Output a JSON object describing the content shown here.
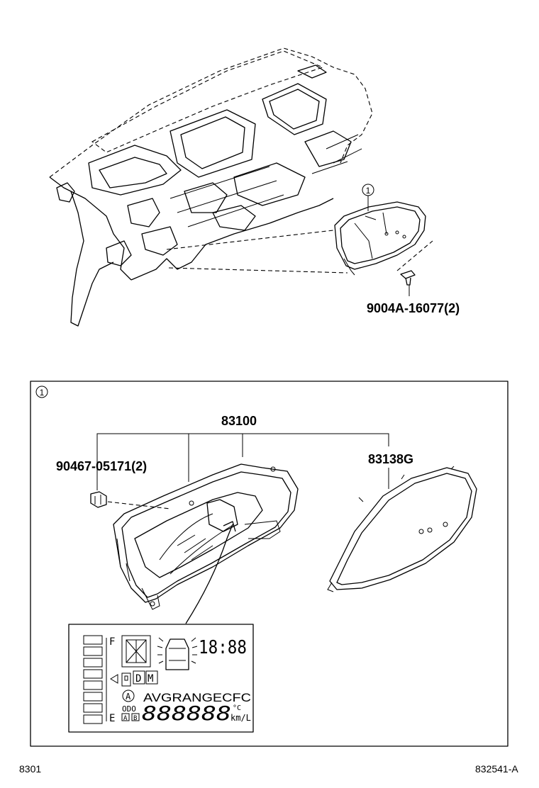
{
  "diagram": {
    "callout_marker": "1",
    "labels": {
      "screw_part": "9004A-16077(2)",
      "assembly_part": "83100",
      "clip_part": "90467-05171(2)",
      "lens_part": "83138G"
    },
    "lcd": {
      "fuel_full": "F",
      "fuel_empty": "E",
      "gear_d": "D",
      "gear_m": "M",
      "auto_symbol": "A",
      "mode_text": "AVGRANGECFC",
      "clock_digits": "18:88",
      "odo_label": "ODO",
      "odo_digits": "888888",
      "temp_unit": "°C",
      "economy_unit": "km/L",
      "trip_a": "A",
      "trip_b": "B"
    },
    "footer": {
      "left_code": "8301",
      "right_code": "832541-A"
    }
  }
}
